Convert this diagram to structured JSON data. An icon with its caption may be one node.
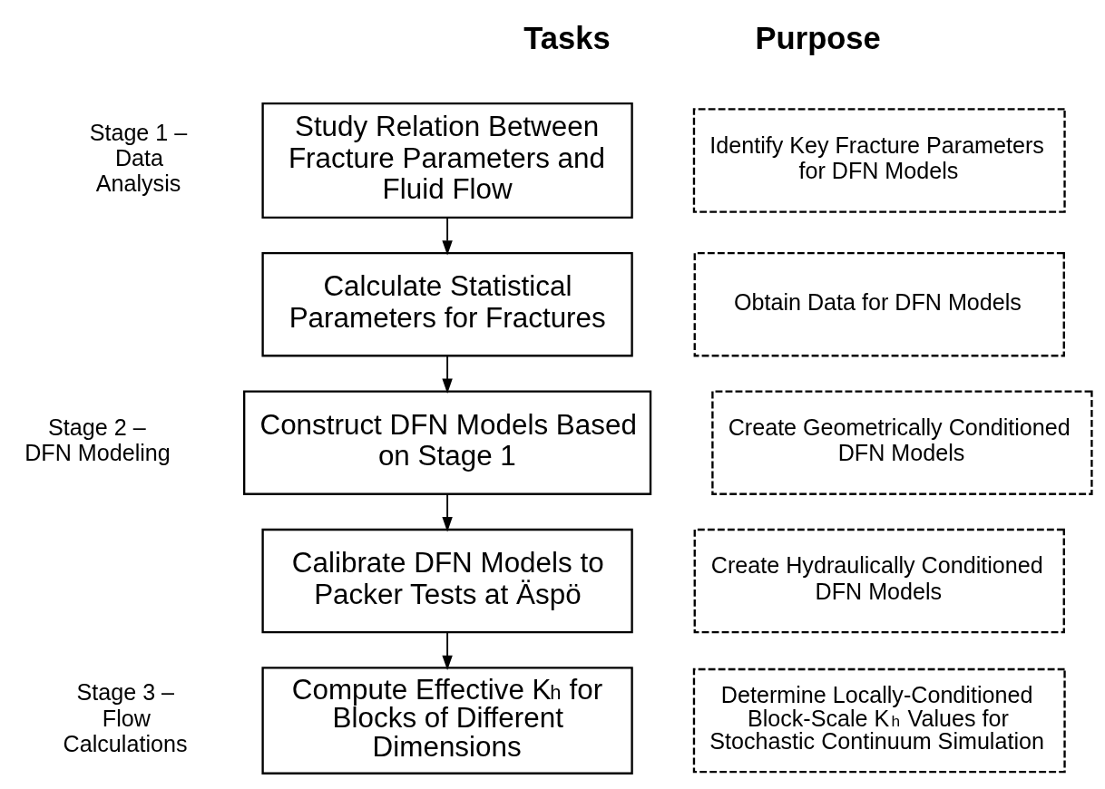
{
  "diagram": {
    "nodes": [
      {
        "text": [
          "Study Relation Between Fracture Parameters and Fluid Flow"
        ]
      },
      {
        "text": [
          "Identify Key Fracture Parameters for DFN Models"
        ]
      },
      {
        "text": [
          "Calculate Statistical Parameters for Fractures"
        ]
      },
      {
        "text": [
          "Obtain Data for DFN Models"
        ]
      },
      {
        "text": [
          "Construct DFN Models Based on Stage 1"
        ]
      },
      {
        "text": [
          "Create Geometrically Conditioned DFN Models"
        ]
      },
      {
        "text": [
          "Calibrate DFN Models to Packer Tests at Äspö"
        ]
      },
      {
        "text": [
          "Create Hydraulically Conditioned DFN Models"
        ]
      },
      {
        "text": [
          "Compute Effective K$_{h}$ for Blocks of Different Dimensions"
        ]
      },
      {
        "text": [
          "Determine Locally-Conditioned Block-Scale K$_{h}$ Values for Stochastic Continuum Simulation"
        ]
      }
    ],
    "edges": [
      {
        "from": 0,
        "to": 2,
        "arrow": "to"
      },
      {
        "from": 2,
        "to": 4,
        "arrow": "to"
      },
      {
        "from": 4,
        "to": 6,
        "arrow": "to"
      },
      {
        "from": 6,
        "to": 8,
        "arrow": "to"
      }
    ],
    "labels": [
      "Tasks",
      "Purpose",
      "Stage 1 – Data Analysis",
      "Stage 2 – DFN Modeling",
      "Stage 3 – Flow Calculations"
    ]
  }
}
